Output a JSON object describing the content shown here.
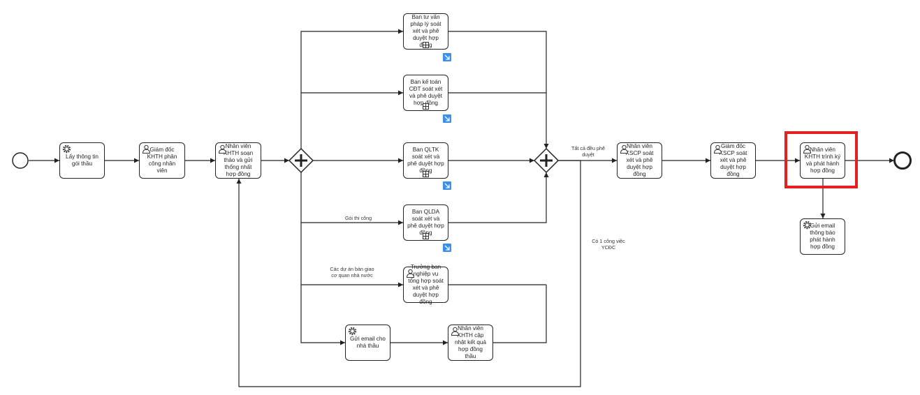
{
  "diagram": {
    "tasks": {
      "t1": "Lấy thông tin gói thầu",
      "t2": "Giám đốc KHTH phân công nhân viên",
      "t3": "Nhân viên KHTH soạn thảo và gửi thống nhất hợp đồng",
      "t4": "Ban tư vấn pháp lý soát xét và phê duyệt hợp đồng",
      "t5": "Ban kế toán CĐT soát xét và phê duyệt hợp đồng",
      "t6": "Ban QLTK soát xét và phê duyệt hợp đồng",
      "t7": "Ban QLDA soát xét và phê duyệt hợp đồng",
      "t8": "Trưởng ban nghiệp vụ tổng hợp soát xét và phê duyệt hợp đồng",
      "t9": "Gửi email cho nhà thầu",
      "t10": "Nhân viên KHTH cập nhật kết quả hợp đồng thầu",
      "t11": "Nhân viên KSCP soát xét và phê duyệt hợp đồng",
      "t12": "Giám đốc KSCP soát xét và phê duyệt hợp đồng",
      "t13": "Nhân viên KHTH trình ký và phát hành hợp đồng",
      "t14": "Gửi email thông báo phát hành hợp đồng"
    },
    "labels": {
      "all_approved": "Tất cả đều phê duyệt",
      "construction_package": "Gói thi công",
      "state_projects": "Các dự án bàn giao cơ quan nhà nước",
      "one_request": "Có 1 công việc YCĐC"
    },
    "colors": {
      "stroke": "#222222",
      "highlight": "#e32020",
      "badge": "#3b8fe8"
    }
  }
}
